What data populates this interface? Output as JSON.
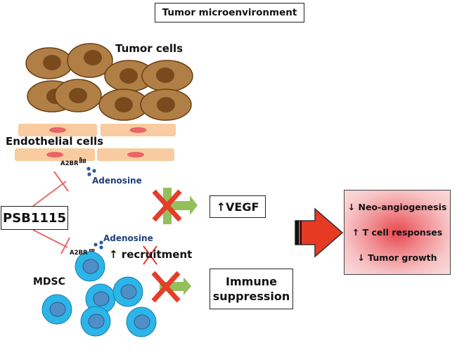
{
  "title": "Tumor microenvironment",
  "labels": {
    "tumor_cells": "Tumor cells",
    "endothelial_cells": "Endothelial cells",
    "a2br_top": "A2BR",
    "adenosine_top": "Adenosine",
    "drug": "PSB1115",
    "adenosine_bottom": "Adenosine",
    "a2br_bottom": "A2BR",
    "recruitment": "↑ recruitment",
    "mdsc": "MDSC"
  },
  "effects": {
    "vegf": "↑VEGF",
    "immune_line1": "Immune",
    "immune_line2": "suppression"
  },
  "outcomes": [
    "↓ Neo-angiogenesis",
    "↑ T cell responses",
    "↓ Tumor growth"
  ],
  "colors": {
    "tumor_cell": "#b07f45",
    "tumor_nucleus": "#7a4a1c",
    "endothelial": "#f9cba0",
    "endothelial_nucleus": "#ea6468",
    "mdsc_outer": "#2bb5e8",
    "mdsc_inner": "#4f8fc8",
    "adenosine": "#2a5ba1",
    "inhibit_line": "#e8696b",
    "green_arrow": "#93c05a",
    "red_x": "#e43d2a",
    "big_arrow": "#e63a25"
  }
}
